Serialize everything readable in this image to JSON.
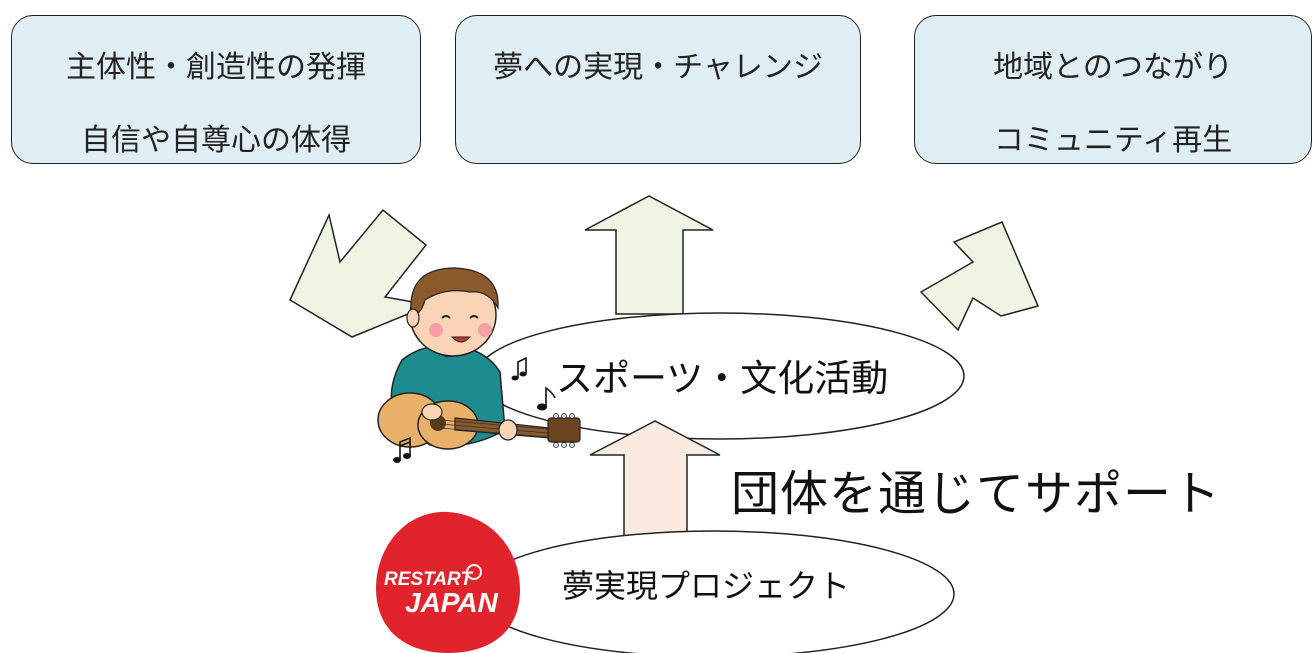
{
  "goals": {
    "left": {
      "line1": "主体性・創造性の発揮",
      "line2": "自信や自尊心の体得"
    },
    "center": {
      "line1": "夢への実現・チャレンジ",
      "line2": ""
    },
    "right": {
      "line1": "地域とのつながり",
      "line2": "コミュニティ再生"
    }
  },
  "activity": {
    "label": "スポーツ・文化活動"
  },
  "support": {
    "label": "団体を通じてサポート"
  },
  "project": {
    "label": "夢実現プロジェクト"
  },
  "logo": {
    "line1": "RESTART",
    "line2": "JAPAN"
  },
  "colors": {
    "goal_fill": "#dfeef3",
    "goal_arrow_fill": "#eef5e3",
    "support_arrow_fill": "#fbeae0",
    "logo_red": "#e0242c",
    "outline": "#222222"
  },
  "icons": [
    "boy-playing-guitar-illustration",
    "music-note-icon",
    "restart-japan-logo"
  ]
}
